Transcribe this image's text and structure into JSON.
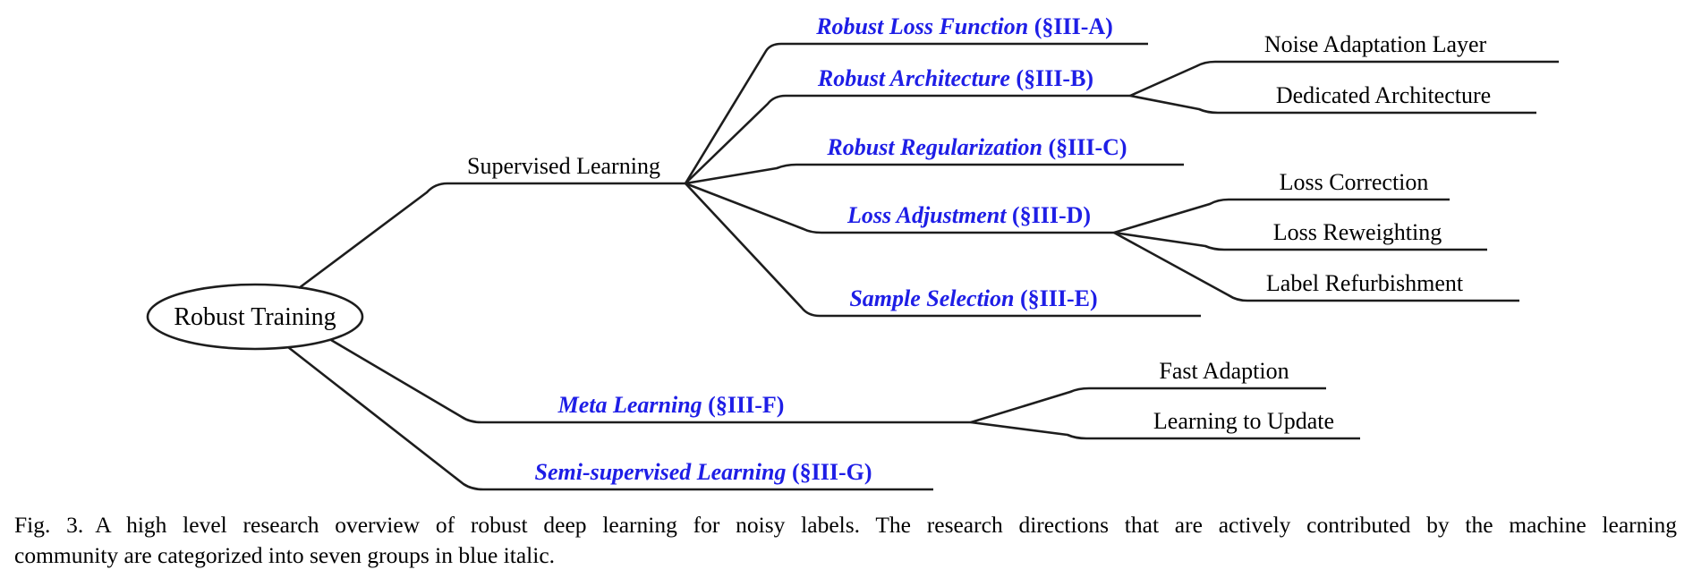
{
  "colors": {
    "category_blue": "#1e1ee6",
    "line_black": "#1d1d1d",
    "text_black": "#000000"
  },
  "figure": {
    "nodes": [
      {
        "id": "root",
        "parent": null,
        "label": "Robust Training",
        "style": "root"
      },
      {
        "id": "supervised",
        "parent": "root",
        "label": "Supervised Learning",
        "style": "plain"
      },
      {
        "id": "loss-function",
        "parent": "supervised",
        "label": "Robust Loss Function",
        "section": "(§III-A)",
        "style": "category"
      },
      {
        "id": "architecture",
        "parent": "supervised",
        "label": "Robust Architecture",
        "section": "(§III-B)",
        "style": "category"
      },
      {
        "id": "regularization",
        "parent": "supervised",
        "label": "Robust Regularization",
        "section": "(§III-C)",
        "style": "category"
      },
      {
        "id": "adjustment",
        "parent": "supervised",
        "label": "Loss Adjustment",
        "section": "(§III-D)",
        "style": "category"
      },
      {
        "id": "selection",
        "parent": "supervised",
        "label": "Sample Selection",
        "section": "(§III-E)",
        "style": "category"
      },
      {
        "id": "meta",
        "parent": "root",
        "label": "Meta Learning",
        "section": "(§III-F)",
        "style": "category"
      },
      {
        "id": "semi",
        "parent": "root",
        "label": "Semi-supervised Learning",
        "section": "(§III-G)",
        "style": "category"
      },
      {
        "id": "noise-layer",
        "parent": "architecture",
        "label": "Noise Adaptation Layer",
        "style": "leaf"
      },
      {
        "id": "dedicated",
        "parent": "architecture",
        "label": "Dedicated Architecture",
        "style": "leaf"
      },
      {
        "id": "loss-correction",
        "parent": "adjustment",
        "label": "Loss Correction",
        "style": "leaf"
      },
      {
        "id": "loss-reweighting",
        "parent": "adjustment",
        "label": "Loss Reweighting",
        "style": "leaf"
      },
      {
        "id": "label-refurbishment",
        "parent": "adjustment",
        "label": "Label Refurbishment",
        "style": "leaf"
      },
      {
        "id": "fast-adaption",
        "parent": "meta",
        "label": "Fast Adaption",
        "style": "leaf"
      },
      {
        "id": "learning-update",
        "parent": "meta",
        "label": "Learning to Update",
        "style": "leaf"
      }
    ]
  },
  "caption": {
    "label": "Fig. 3.",
    "line1": "A high level research overview of robust deep learning for noisy labels. The research directions that are actively contributed by the machine learning",
    "line2": "community are categorized into seven groups in blue italic."
  }
}
